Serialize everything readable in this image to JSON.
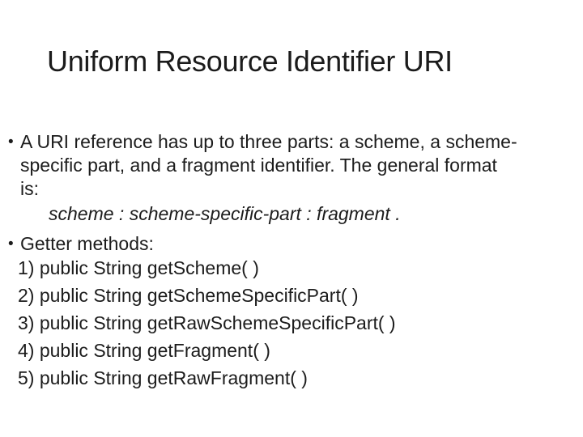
{
  "slide": {
    "title": "Uniform Resource Identifier URI",
    "bullet_char": "•",
    "bullets": [
      {
        "text": "A URI reference has up to three parts: a scheme, a scheme-\nspecific part, and a fragment identifier. The general format\nis:"
      },
      {
        "text": "Getter methods:"
      }
    ],
    "formula": "scheme : scheme-specific-part : fragment .",
    "getter_methods": [
      "1) public String getScheme( )",
      "2) public String getSchemeSpecificPart( )",
      "3) public String getRawSchemeSpecificPart( )",
      "4) public String getFragment( )",
      "5) public String getRawFragment( )"
    ]
  },
  "colors": {
    "background": "#ffffff",
    "text": "#1c1c1c"
  }
}
